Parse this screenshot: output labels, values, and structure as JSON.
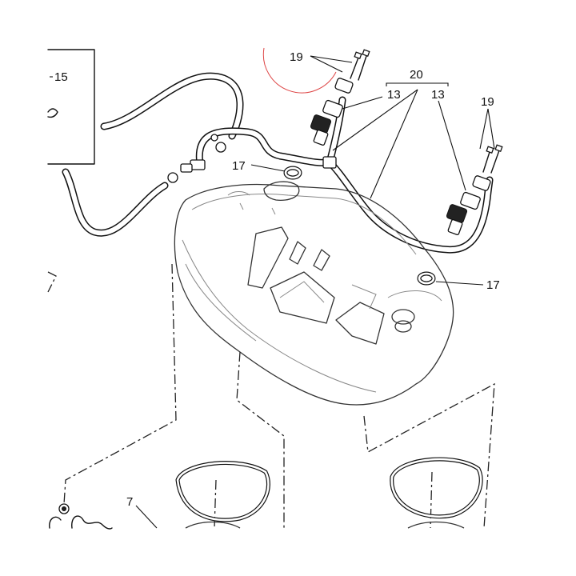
{
  "labels": {
    "l15": "15",
    "l19a": "19",
    "l20": "20",
    "l13a": "13",
    "l13b": "13",
    "l19b": "19",
    "l17a": "17",
    "l17b": "17",
    "l7": "7"
  },
  "colors": {
    "ink": "#111111",
    "mark_circle": "#dd4444"
  }
}
